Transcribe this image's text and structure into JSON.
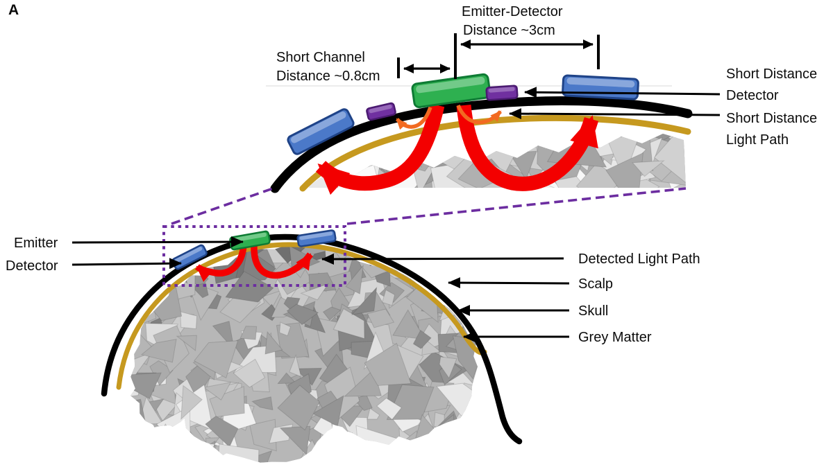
{
  "panel_label": "A",
  "colors": {
    "emitter": "#2EB050",
    "detector": "#4B79C9",
    "short_distance_detector": "#7030A0",
    "detected_light_path": "#F30000",
    "short_distance_light_path": "#F26A21",
    "scalp": "#000000",
    "skull": "#C6991F",
    "zoom_outline": "#6C2DA0",
    "text": "#0B0B0B"
  },
  "inset": {
    "emitter_detector_distance": {
      "line1": "Emitter-Detector",
      "line2": "Distance ~3cm"
    },
    "short_channel_distance": {
      "line1": "Short Channel",
      "line2": "Distance ~0.8cm"
    },
    "short_distance_detector": {
      "line1": "Short Distance",
      "line2": "Detector"
    },
    "short_distance_light_path": {
      "line1": "Short Distance",
      "line2": "Light Path"
    }
  },
  "main": {
    "emitter": "Emitter",
    "detector": "Detector",
    "detected_light_path": "Detected Light Path",
    "scalp": "Scalp",
    "skull": "Skull",
    "grey_matter": "Grey Matter"
  }
}
